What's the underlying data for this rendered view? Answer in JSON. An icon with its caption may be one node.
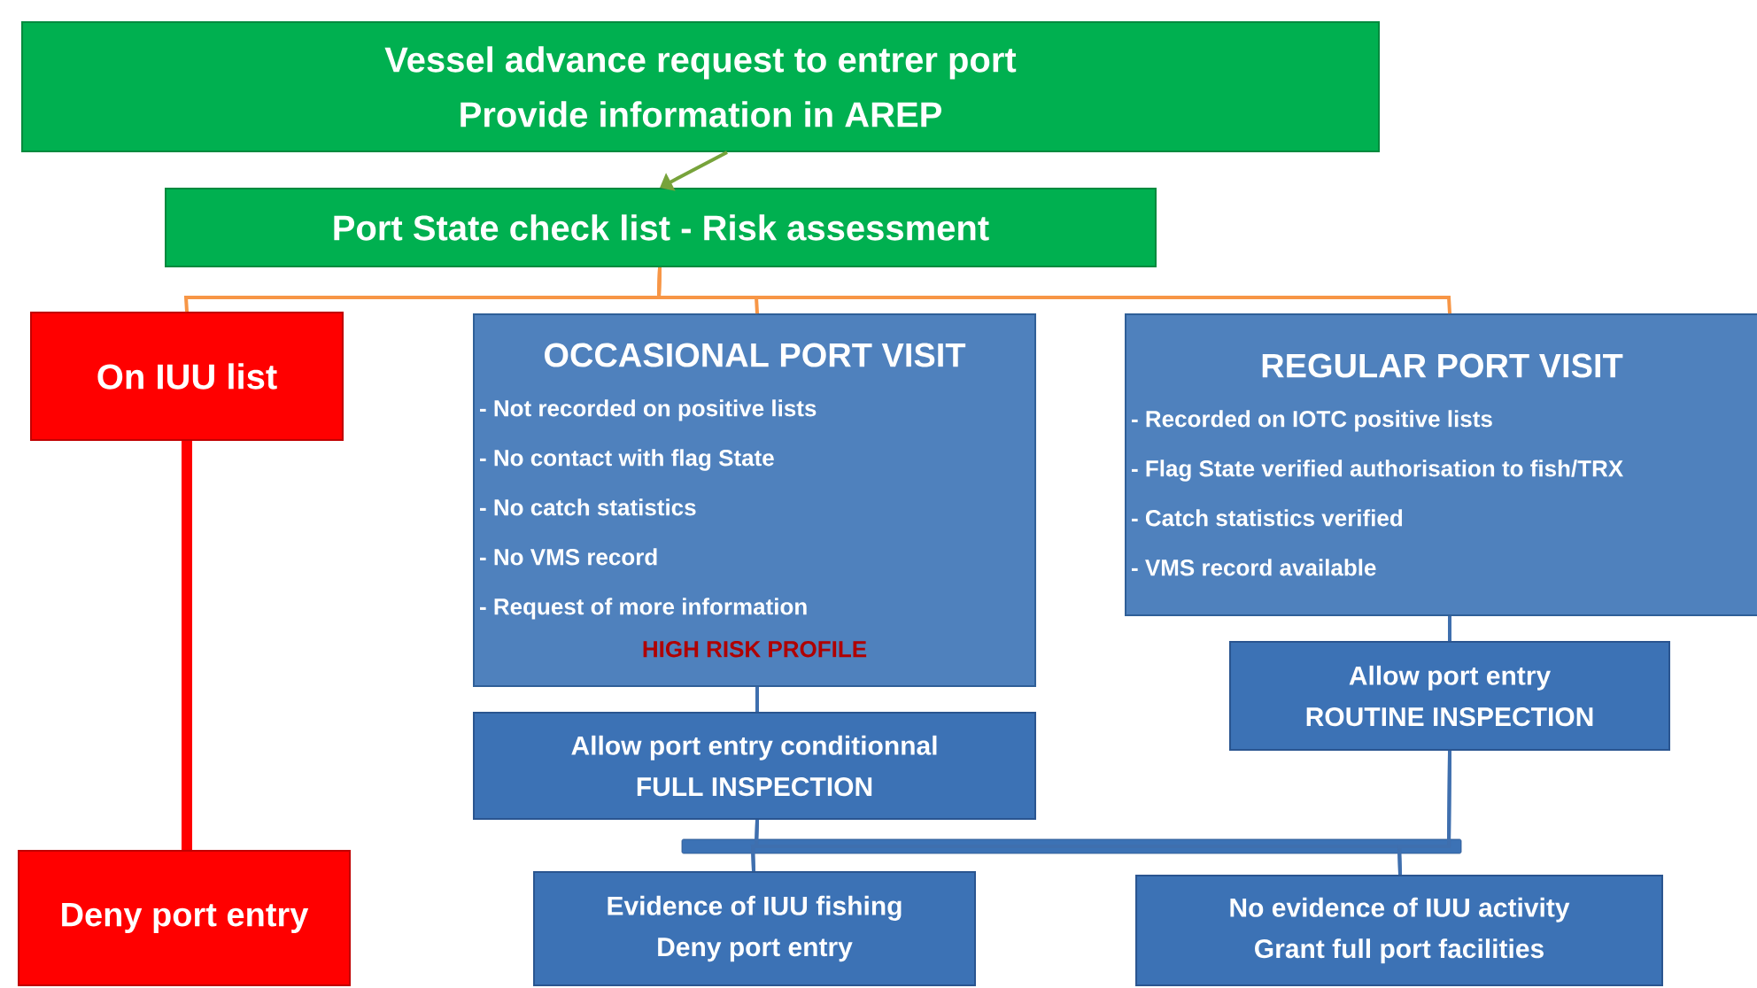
{
  "diagram": {
    "nodes": [
      {
        "text": [
          "Vessel advance request to entrer port",
          "Provide information in AREP"
        ]
      },
      {
        "text": [
          "Port State check list - Risk assessment"
        ]
      },
      {
        "text": [
          "On IUU list"
        ]
      },
      {
        "text": [
          "OCCASIONAL PORT VISIT",
          "- Not recorded on positive lists",
          "- No contact with flag State",
          "- No catch statistics",
          "- No VMS record",
          "- Request of more information",
          "HIGH RISK PROFILE"
        ]
      },
      {
        "text": [
          "REGULAR PORT VISIT",
          "- Recorded on IOTC positive lists",
          "- Flag State verified authorisation to fish/TRX",
          "- Catch statistics verified",
          "- VMS record available"
        ]
      },
      {
        "text": [
          "Allow port entry conditionnal",
          "FULL INSPECTION"
        ]
      },
      {
        "text": [
          "Allow port entry",
          "ROUTINE INSPECTION"
        ]
      },
      {
        "text": [
          "Deny port entry"
        ]
      },
      {
        "text": [
          "Evidence of IUU fishing",
          "Deny port entry"
        ]
      },
      {
        "text": [
          "No evidence of IUU activity",
          "Grant full port facilities"
        ]
      }
    ],
    "edges": [
      {
        "from": 0,
        "to": 1,
        "arrow": "to",
        "color": "#77a33b"
      },
      {
        "from": 1,
        "to": 2,
        "arrow": "none",
        "color": "#f79646"
      },
      {
        "from": 1,
        "to": 3,
        "arrow": "none",
        "color": "#f79646"
      },
      {
        "from": 1,
        "to": 4,
        "arrow": "none",
        "color": "#f79646"
      },
      {
        "from": 2,
        "to": 7,
        "arrow": "none",
        "style": "thick",
        "color": "#ff0000"
      },
      {
        "from": 3,
        "to": 5,
        "arrow": "none"
      },
      {
        "from": 4,
        "to": 6,
        "arrow": "none"
      },
      {
        "from": 5,
        "to": 8,
        "arrow": "none"
      },
      {
        "from": 5,
        "to": 9,
        "arrow": "none"
      },
      {
        "from": 6,
        "to": 8,
        "arrow": "none"
      },
      {
        "from": 6,
        "to": 9,
        "arrow": "none"
      }
    ]
  }
}
